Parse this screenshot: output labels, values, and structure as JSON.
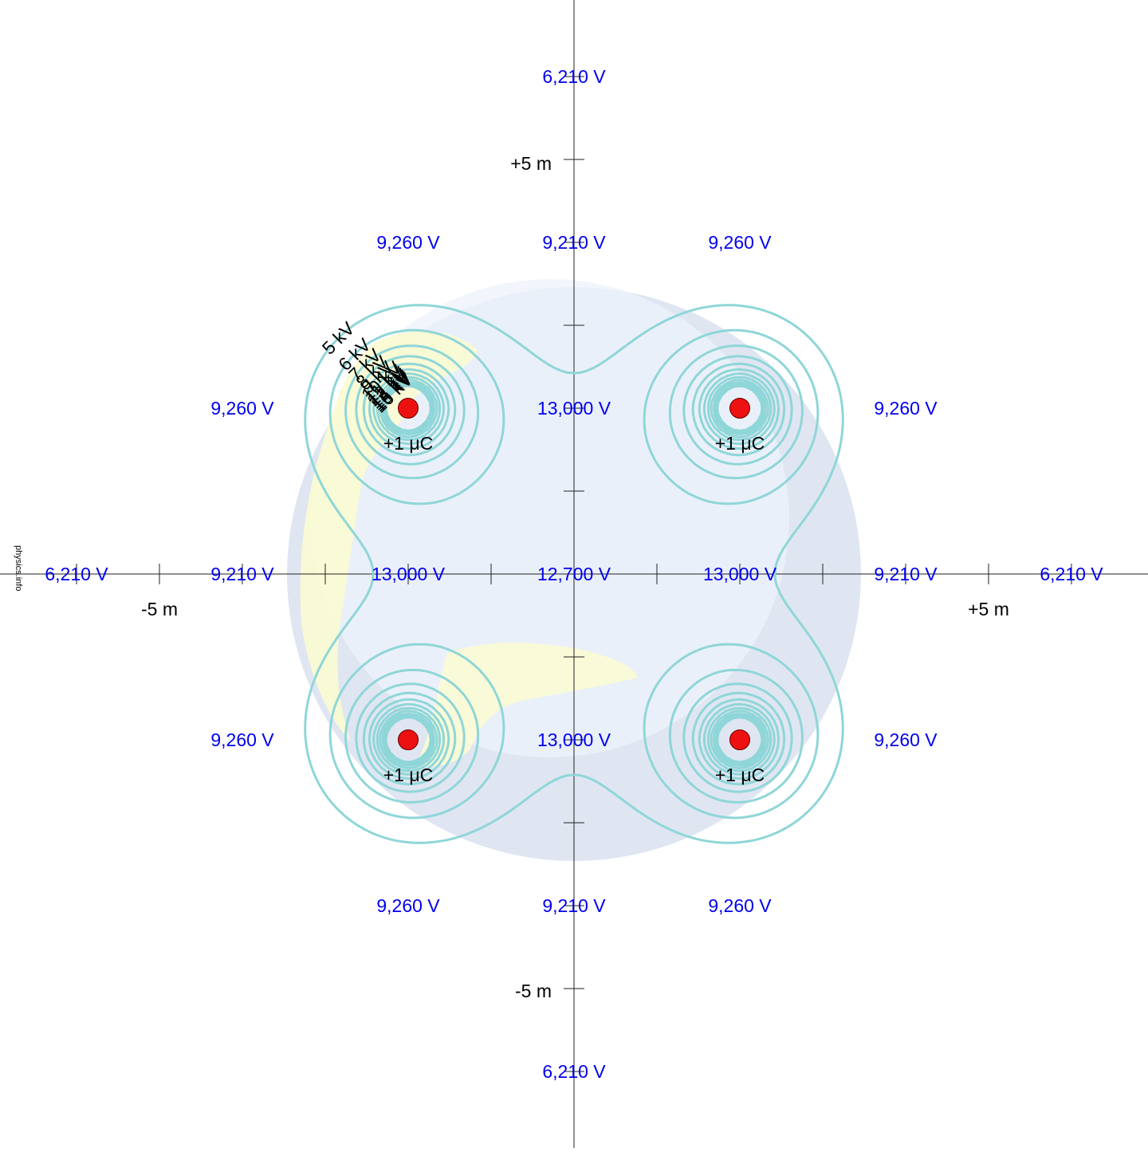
{
  "credit": "physics.info",
  "colors": {
    "contour": "#8fd6d8",
    "potential_label": "#0000ee",
    "charge_fill": "#ee1111",
    "charge_stroke": "#660000",
    "globe_fill": "#dfe6f2",
    "land_fill": "#fbfbd2"
  },
  "axis_labels": {
    "x_neg": "-5 m",
    "x_pos": "+5 m",
    "y_pos": "+5 m",
    "y_neg": "-5 m"
  },
  "charges": [
    {
      "x": -5,
      "y": 5,
      "label": "+1 μC"
    },
    {
      "x": 5,
      "y": 5,
      "label": "+1 μC"
    },
    {
      "x": -5,
      "y": -5,
      "label": "+1 μC"
    },
    {
      "x": 5,
      "y": -5,
      "label": "+1 μC"
    }
  ],
  "contour_levels_kV": [
    5,
    6,
    7,
    8,
    9,
    10,
    11,
    12,
    13,
    14,
    15,
    16
  ],
  "contour_labels": [
    "5 kV",
    "6 kV",
    "7 kV",
    "8 kV",
    "9 kV",
    "10 kV",
    "11 kV",
    "12 kV",
    "13 kV",
    "14 kV",
    "15 kV",
    "16 kV"
  ],
  "potential_labels": [
    {
      "x": 0,
      "y": 15,
      "text": "6,210 V"
    },
    {
      "x": -5,
      "y": 10,
      "text": "9,260 V"
    },
    {
      "x": 0,
      "y": 10,
      "text": "9,210 V"
    },
    {
      "x": 5,
      "y": 10,
      "text": "9,260 V"
    },
    {
      "x": -10,
      "y": 5,
      "text": "9,260 V"
    },
    {
      "x": 0,
      "y": 5,
      "text": "13,000 V"
    },
    {
      "x": 10,
      "y": 5,
      "text": "9,260 V"
    },
    {
      "x": -15,
      "y": 0,
      "text": "6,210 V"
    },
    {
      "x": -10,
      "y": 0,
      "text": "9,210 V"
    },
    {
      "x": -5,
      "y": 0,
      "text": "13,000 V"
    },
    {
      "x": 0,
      "y": 0,
      "text": "12,700 V"
    },
    {
      "x": 5,
      "y": 0,
      "text": "13,000 V"
    },
    {
      "x": 10,
      "y": 0,
      "text": "9,210 V"
    },
    {
      "x": 15,
      "y": 0,
      "text": "6,210 V"
    },
    {
      "x": -10,
      "y": -5,
      "text": "9,260 V"
    },
    {
      "x": 0,
      "y": -5,
      "text": "13,000 V"
    },
    {
      "x": 10,
      "y": -5,
      "text": "9,260 V"
    },
    {
      "x": -5,
      "y": -10,
      "text": "9,260 V"
    },
    {
      "x": 0,
      "y": -10,
      "text": "9,210 V"
    },
    {
      "x": 5,
      "y": -10,
      "text": "9,260 V"
    },
    {
      "x": 0,
      "y": -15,
      "text": "6,210 V"
    }
  ]
}
